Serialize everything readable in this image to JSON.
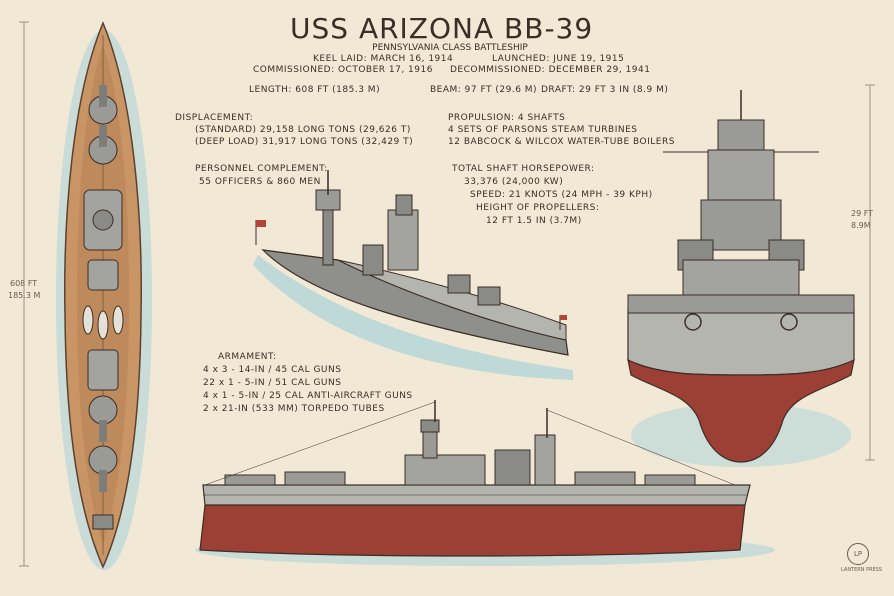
{
  "header": {
    "title": "USS ARIZONA  BB-39",
    "subtitle": "PENNSYLVANIA CLASS BATTLESHIP",
    "keel": "KEEL LAID: MARCH 16, 1914",
    "launched": "LAUNCHED: JUNE 19, 1915",
    "commissioned": "COMMISSIONED: OCTOBER 17, 1916",
    "decommissioned": "DECOMMISSIONED: DECEMBER 29, 1941",
    "length": "LENGTH: 608 FT (185.3 M)",
    "beam": "BEAM: 97 FT (29.6 M)",
    "draft": "DRAFT: 29 FT 3 IN (8.9 M)"
  },
  "displacement": {
    "heading": "DISPLACEMENT:",
    "standard": "(STANDARD) 29,158 LONG TONS (29,626 T)",
    "deep": "(DEEP LOAD) 31,917 LONG TONS (32,429 T)"
  },
  "personnel": {
    "heading": "PERSONNEL COMPLEMENT:",
    "value": "55 OFFICERS & 860 MEN"
  },
  "propulsion": {
    "shafts": "PROPULSION: 4 SHAFTS",
    "turbines": "4 SETS OF PARSONS STEAM TURBINES",
    "boilers": "12 BABCOCK & WILCOX WATER-TUBE BOILERS"
  },
  "performance": {
    "horsepower_heading": "TOTAL SHAFT HORSEPOWER:",
    "horsepower": "33,376 (24,000 KW)",
    "speed": "SPEED: 21 KNOTS (24 MPH - 39 KPH)",
    "propeller_heading": "HEIGHT OF PROPELLERS:",
    "propeller": "12 FT 1.5 IN (3.7M)"
  },
  "armament": {
    "heading": "ARMAMENT:",
    "items": [
      "4 x 3 - 14-IN / 45 CAL GUNS",
      "22 x 1 - 5-IN / 51 CAL GUNS",
      "4 x 1 - 5-IN / 25 CAL ANTI-AIRCRAFT GUNS",
      "2 x 21-IN (533 MM) TORPEDO TUBES"
    ]
  },
  "dimensions": {
    "left_ft": "608 FT",
    "left_m": "185.3 M",
    "right_ft": "29 FT",
    "right_m": "8.9M"
  },
  "logo": {
    "mark": "LP",
    "caption": "LANTERN PRESS"
  },
  "colors": {
    "paper": "#f1e8d6",
    "ink": "#3b2e26",
    "hull_red": "#9c3f35",
    "deck_wood": "#c99565",
    "steel": "#9a9a96",
    "water": "#a9d1d8"
  }
}
